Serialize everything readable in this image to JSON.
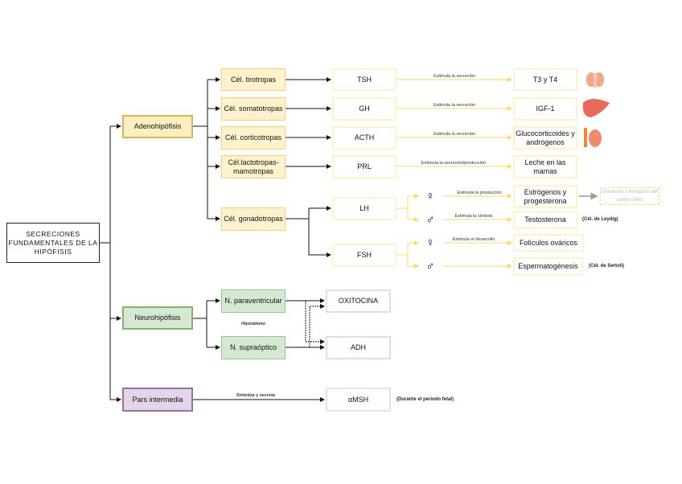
{
  "root": "SECRECIONES FUNDAMENTALES DE LA HIPÓFISIS",
  "adeno": {
    "label": "Adenohipófisis",
    "cells": [
      "Cél. tirotropas",
      "Cél. somatotropas",
      "Cél. corticotropas",
      "Cél.lactotropas-mamotropas",
      "Cél. gonadotropas"
    ],
    "hormones": [
      "TSH",
      "GH",
      "ACTH",
      "PRL",
      "LH",
      "FSH"
    ],
    "effects": [
      "Estimula la secreción",
      "Estimula la secreción",
      "Estimula la secreción",
      "Estimula la secreción/producción"
    ],
    "targets": [
      "T3 y T4",
      "IGF-1",
      "Glucocorticoides y andrógenos",
      "Leche en las mamas"
    ],
    "organ_icons": [
      "thyroid-icon",
      "liver-icon",
      "kidney-adrenal-icon"
    ],
    "gonadal": [
      {
        "sex": "♀",
        "effect": "Estimula la producción",
        "target": "Estrógenos y progesterona"
      },
      {
        "sex": "♂",
        "effect": "Estimula la síntesis",
        "target": "Testosterona",
        "note": "(Cél. de Leydig)"
      },
      {
        "sex": "♀",
        "effect": "Estimula el desarrollo",
        "target": "Folículos ováricos"
      },
      {
        "sex": "♂",
        "effect": "",
        "target": "Espermatogénesis",
        "note": "(Cél. de Sertoli)"
      }
    ],
    "ovulation": "Ovulación y formación del cuerpo lúteo"
  },
  "neuro": {
    "label": "Neurohipófisis",
    "nuclei": [
      "N. paraventricular",
      "N. supraóptico"
    ],
    "region": "Hipotálamo",
    "hormones": [
      "OXITOCINA",
      "ADH"
    ]
  },
  "pars": {
    "label": "Pars intermedia",
    "effect": "Sintetiza y secreta",
    "hormone": "αMSH",
    "note": "(Durante el periodo fetal)"
  },
  "colors": {
    "adeno": "#d6b656",
    "neuro": "#82b366",
    "pars": "#9673a6",
    "arrow_yellow": "#ffd966"
  }
}
